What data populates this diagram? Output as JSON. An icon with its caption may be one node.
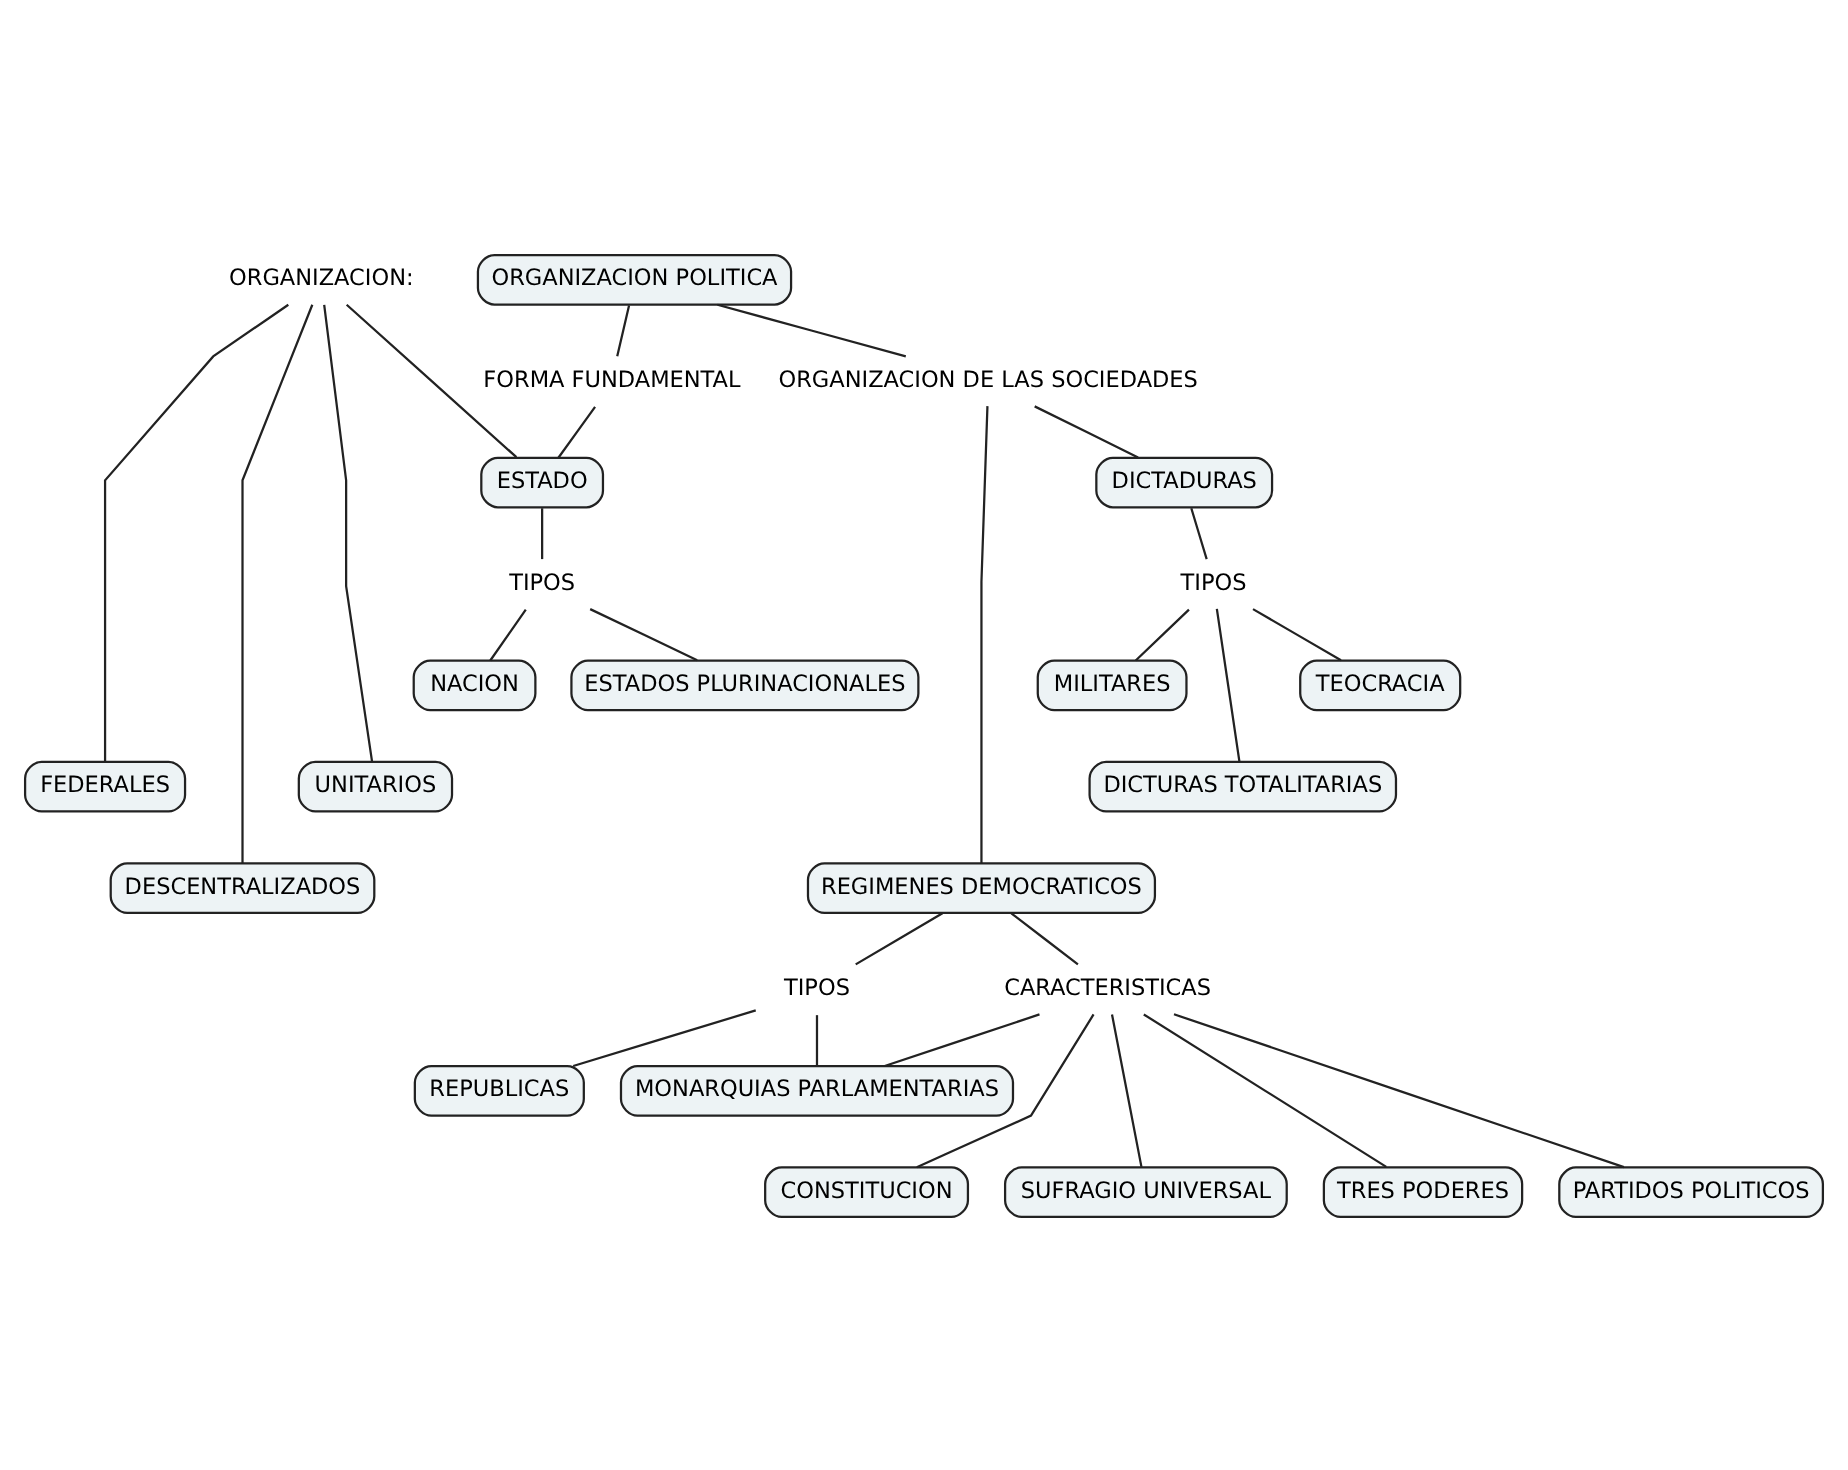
{
  "diagram": {
    "nodes": [
      {
        "text": [
          "ORGANIZACION POLITICA"
        ]
      },
      {
        "text": [
          "FORMA FUNDAMENTAL"
        ]
      },
      {
        "text": [
          "ORGANIZACION DE LAS SOCIEDADES"
        ]
      },
      {
        "text": [
          "ORGANIZACION:"
        ]
      },
      {
        "text": [
          "ESTADO"
        ]
      },
      {
        "text": [
          "TIPOS"
        ]
      },
      {
        "text": [
          "NACION"
        ]
      },
      {
        "text": [
          "ESTADOS PLURINACIONALES"
        ]
      },
      {
        "text": [
          "DICTADURAS"
        ]
      },
      {
        "text": [
          "TIPOS"
        ]
      },
      {
        "text": [
          "MILITARES"
        ]
      },
      {
        "text": [
          "TEOCRACIA"
        ]
      },
      {
        "text": [
          "DICTURAS TOTALITARIAS"
        ]
      },
      {
        "text": [
          "FEDERALES"
        ]
      },
      {
        "text": [
          "UNITARIOS"
        ]
      },
      {
        "text": [
          "DESCENTRALIZADOS"
        ]
      },
      {
        "text": [
          "REGIMENES DEMOCRATICOS"
        ]
      },
      {
        "text": [
          "TIPOS"
        ]
      },
      {
        "text": [
          "CARACTERISTICAS"
        ]
      },
      {
        "text": [
          "REPUBLICAS"
        ]
      },
      {
        "text": [
          "MONARQUIAS PARLAMENTARIAS"
        ]
      },
      {
        "text": [
          "CONSTITUCION"
        ]
      },
      {
        "text": [
          "SUFRAGIO UNIVERSAL"
        ]
      },
      {
        "text": [
          "TRES PODERES"
        ]
      },
      {
        "text": [
          "PARTIDOS POLITICOS"
        ]
      }
    ],
    "edges": [
      {
        "from": 0,
        "to": 1,
        "arrow": "none"
      },
      {
        "from": 1,
        "to": 4,
        "arrow": "none"
      },
      {
        "from": 0,
        "to": 2,
        "arrow": "none"
      },
      {
        "from": 2,
        "to": 16,
        "arrow": "none"
      },
      {
        "from": 2,
        "to": 8,
        "arrow": "none"
      },
      {
        "from": 3,
        "to": 13,
        "arrow": "none"
      },
      {
        "from": 3,
        "to": 15,
        "arrow": "none"
      },
      {
        "from": 3,
        "to": 14,
        "arrow": "none"
      },
      {
        "from": 3,
        "to": 4,
        "arrow": "none"
      },
      {
        "from": 4,
        "to": 5,
        "arrow": "none"
      },
      {
        "from": 5,
        "to": 6,
        "arrow": "none"
      },
      {
        "from": 5,
        "to": 7,
        "arrow": "none"
      },
      {
        "from": 8,
        "to": 9,
        "arrow": "none"
      },
      {
        "from": 9,
        "to": 10,
        "arrow": "none"
      },
      {
        "from": 9,
        "to": 12,
        "arrow": "none"
      },
      {
        "from": 9,
        "to": 11,
        "arrow": "none"
      },
      {
        "from": 16,
        "to": 17,
        "arrow": "none"
      },
      {
        "from": 17,
        "to": 19,
        "arrow": "none"
      },
      {
        "from": 17,
        "to": 20,
        "arrow": "none"
      },
      {
        "from": 16,
        "to": 18,
        "arrow": "none"
      },
      {
        "from": 18,
        "to": 20,
        "arrow": "none"
      },
      {
        "from": 18,
        "to": 21,
        "arrow": "none"
      },
      {
        "from": 18,
        "to": 22,
        "arrow": "none"
      },
      {
        "from": 18,
        "to": 23,
        "arrow": "none"
      },
      {
        "from": 18,
        "to": 24,
        "arrow": "none"
      }
    ]
  }
}
